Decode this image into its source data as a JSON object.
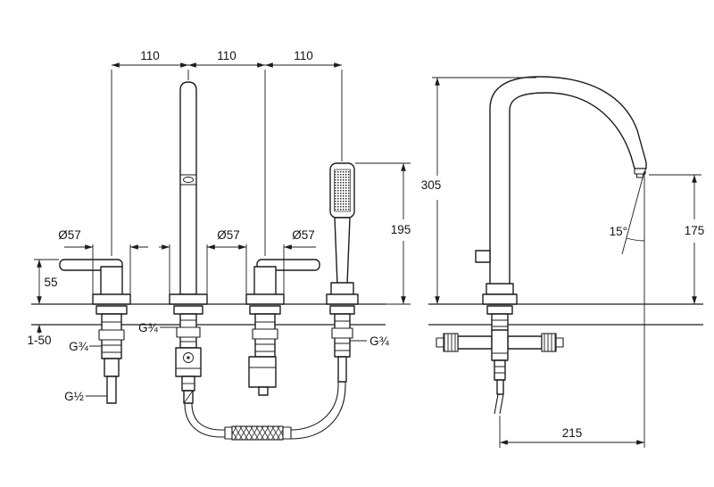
{
  "meta": {
    "title": "Bath mixer installation dimension drawing"
  },
  "colors": {
    "line": "#1c1c1c",
    "background": "#ffffff"
  },
  "front_view": {
    "hole_spacing": [
      "110",
      "110",
      "110"
    ],
    "escutcheon_diameters": [
      "Ø57",
      "Ø57",
      "Ø57"
    ],
    "handle_height": "55",
    "mounting_thickness": "1-50",
    "handshower_height": "195",
    "threads": {
      "left_valve": "G¾",
      "spout": "G¾",
      "handshower": "G¾",
      "outlet": "G½"
    }
  },
  "side_view": {
    "spout_height": "305",
    "outlet_height": "175",
    "outlet_angle": "15°",
    "spout_reach": "215"
  }
}
